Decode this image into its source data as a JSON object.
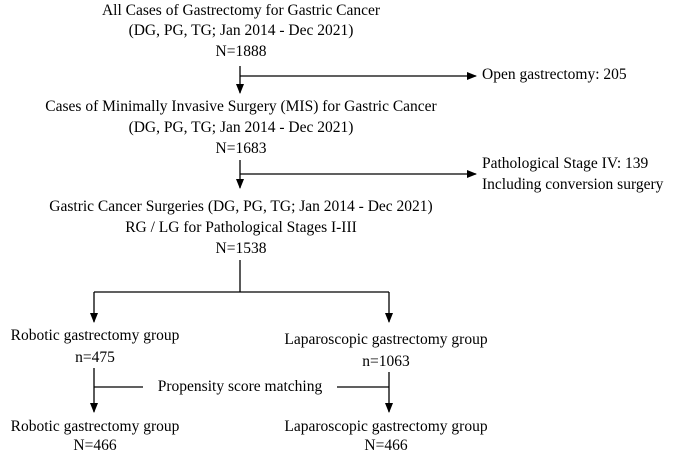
{
  "flowchart": {
    "box1": {
      "line1": "All Cases of Gastrectomy for Gastric Cancer",
      "line2": "(DG, PG, TG; Jan 2014 - Dec 2021)",
      "line3": "N=1888"
    },
    "excl1": {
      "line1": "Open gastrectomy: 205"
    },
    "box2": {
      "line1": "Cases of Minimally Invasive Surgery (MIS) for Gastric Cancer",
      "line2": "(DG, PG, TG; Jan 2014 - Dec 2021)",
      "line3": "N=1683"
    },
    "excl2": {
      "line1": "Pathological Stage IV: 139",
      "line2": "Including conversion surgery"
    },
    "box3": {
      "line1": "Gastric Cancer Surgeries (DG, PG, TG; Jan 2014 - Dec 2021)",
      "line2": "RG / LG for Pathological Stages I-III",
      "line3": "N=1538"
    },
    "robotic_pre": {
      "line1": "Robotic gastrectomy group",
      "line2": "n=475"
    },
    "laparoscopic_pre": {
      "line1": "Laparoscopic gastrectomy group",
      "line2": "n=1063"
    },
    "matching": {
      "label": "Propensity score matching"
    },
    "robotic_post": {
      "line1": "Robotic gastrectomy group",
      "line2": "N=466"
    },
    "laparoscopic_post": {
      "line1": "Laparoscopic gastrectomy group",
      "line2": "N=466"
    }
  },
  "colors": {
    "line": "#000000",
    "text": "#000000",
    "background": "#ffffff"
  }
}
